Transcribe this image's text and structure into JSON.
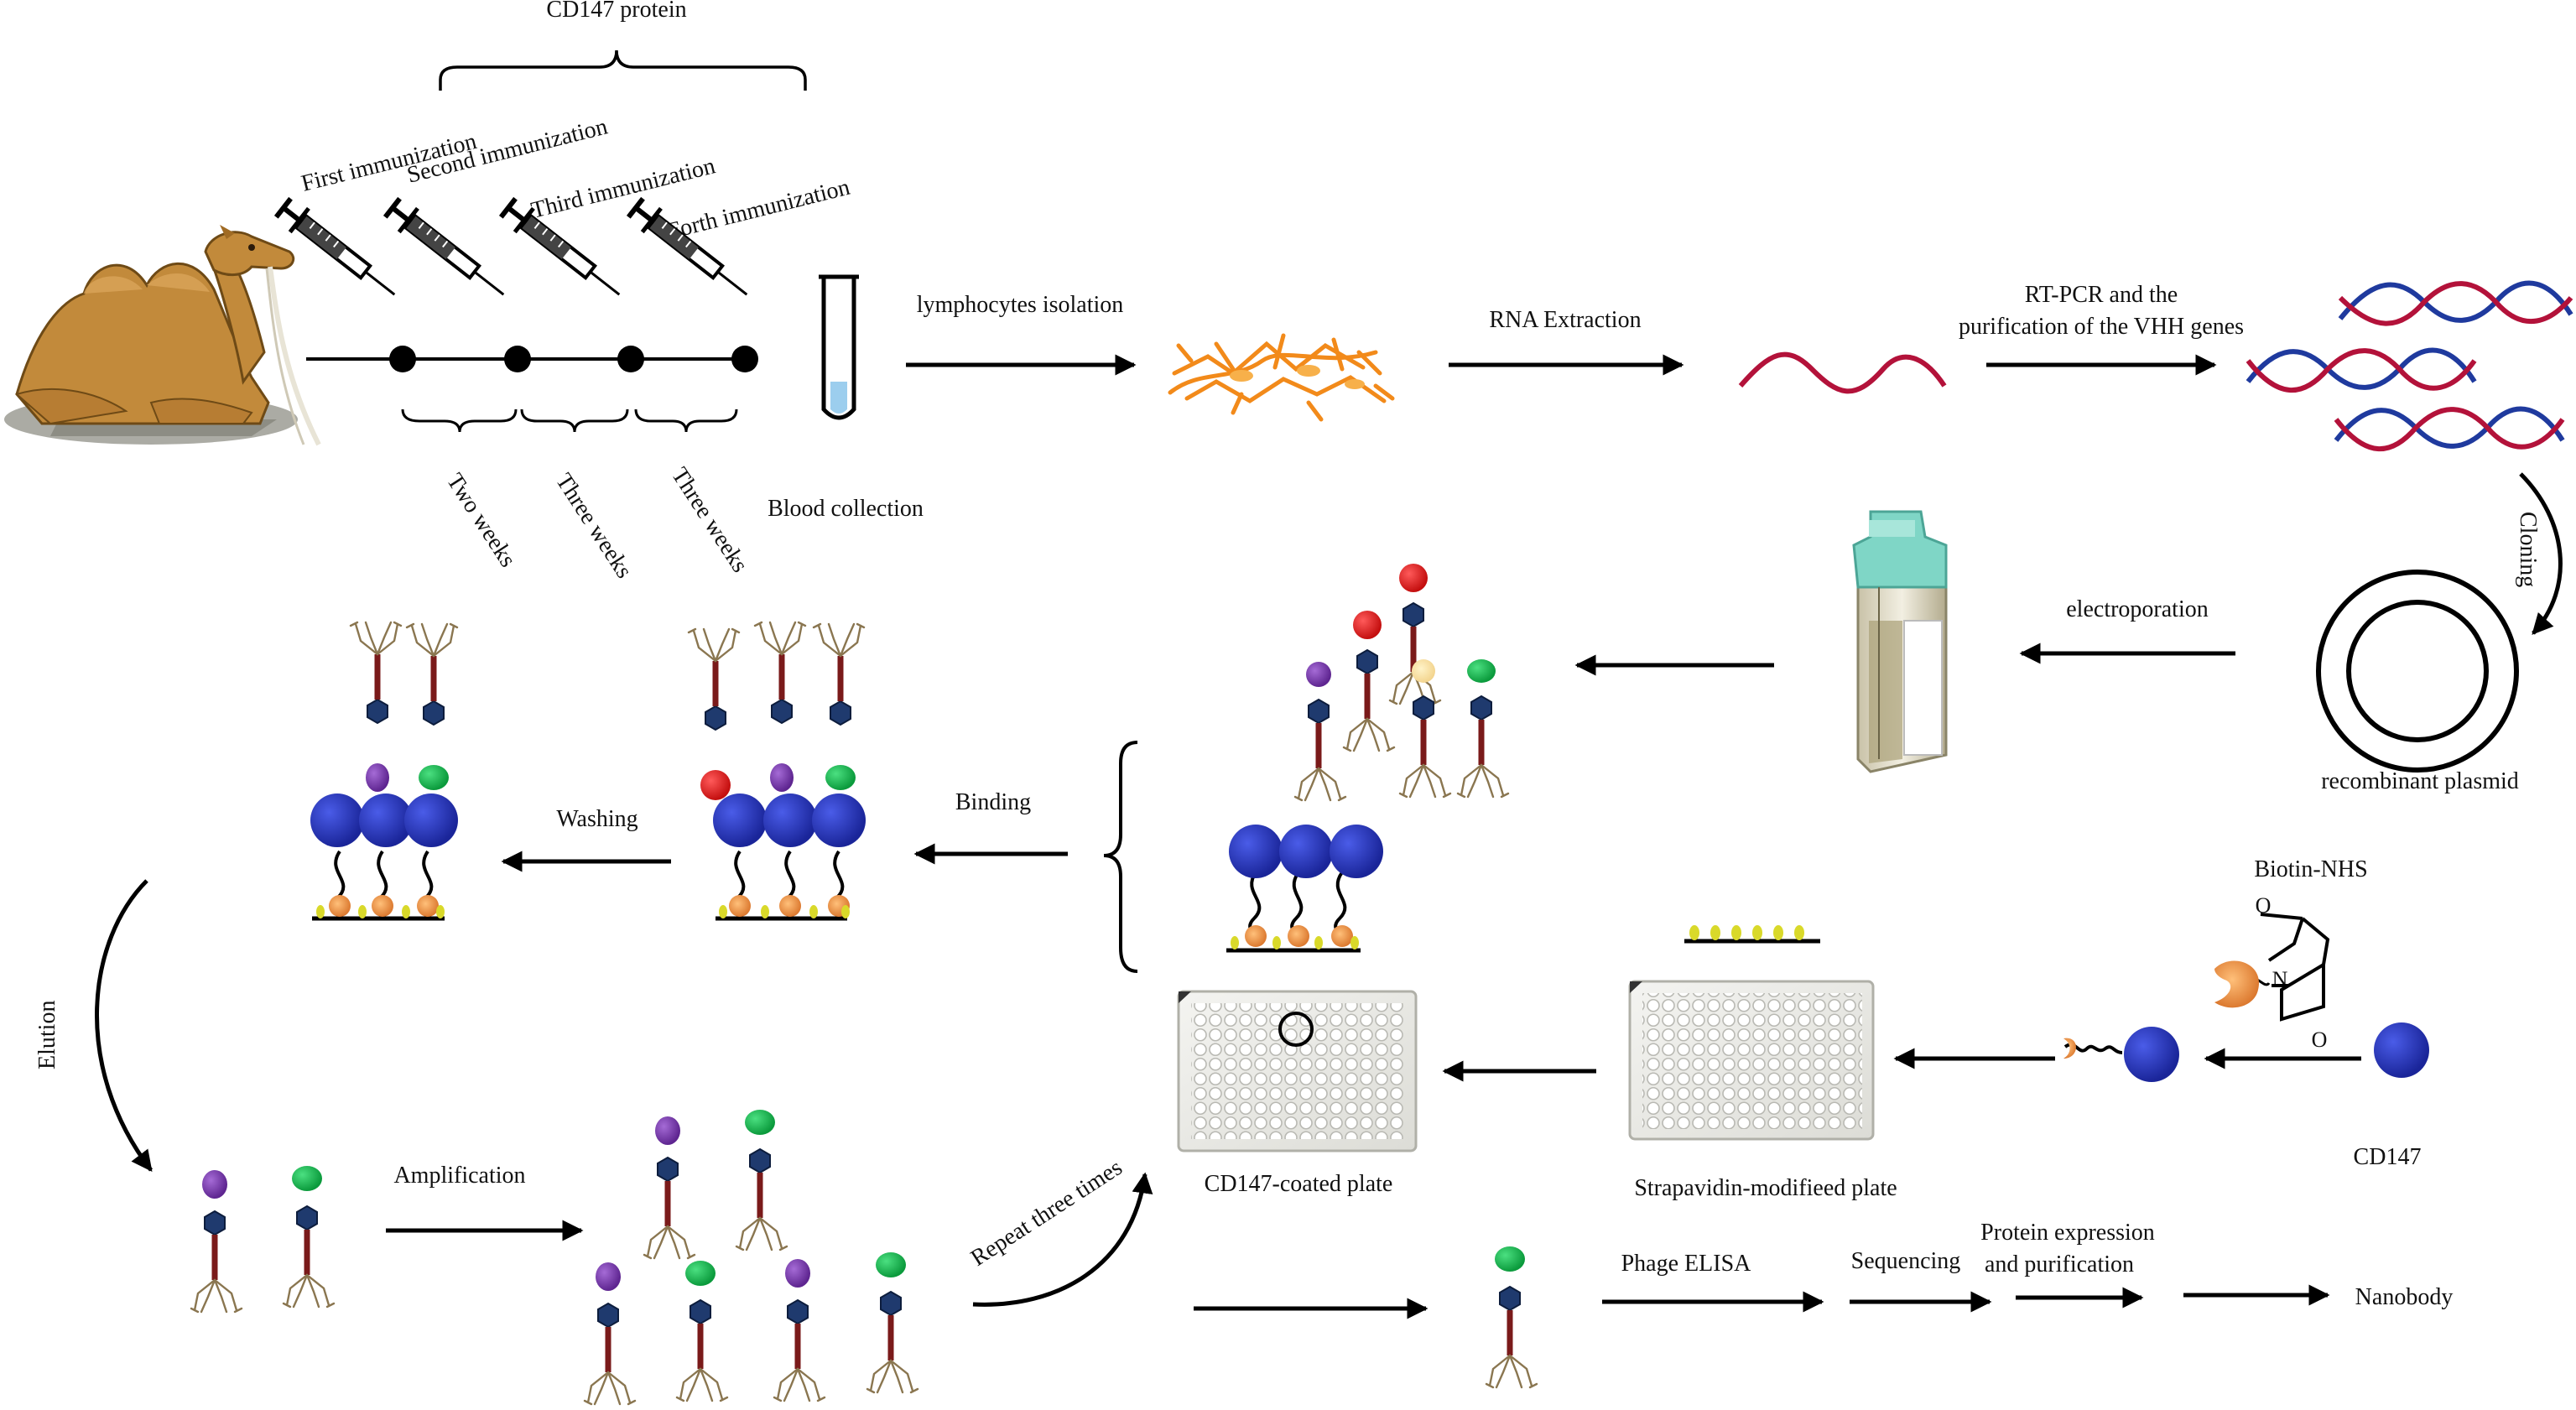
{
  "title": "CD147 protein",
  "immunizations": [
    "First immunization",
    "Second immunization",
    "Third immunization",
    "Forth immunization"
  ],
  "intervals": [
    "Two weeks",
    "Three weeks",
    "Three weeks"
  ],
  "blood_collection": "Blood collection",
  "steps": {
    "lymphocytes": "lymphocytes isolation",
    "rna": "RNA Extraction",
    "rtpcr_line1": "RT-PCR and the",
    "rtpcr_line2": "purification of the VHH genes",
    "cloning": "Cloning",
    "plasmid": "recombinant plasmid",
    "electroporation": "electroporation",
    "binding": "Binding",
    "washing": "Washing",
    "elution": "Elution",
    "amplification": "Amplification",
    "repeat": "Repeat three times",
    "coated_plate": "CD147-coated plate",
    "strep_plate": "Strapavidin-modifieed plate",
    "biotin_nhs": "Biotin-NHS",
    "cd147": "CD147",
    "atom_o1": "O",
    "atom_n": "N",
    "atom_o2": "O",
    "phage_elisa": "Phage ELISA",
    "sequencing": "Sequencing",
    "protein_line1": "Protein expression",
    "protein_line2": "and purification",
    "nanobody": "Nanobody"
  },
  "colors": {
    "bead": "#1f2fb5",
    "red_vhh": "#e11a1a",
    "purple_vhh": "#7b35b0",
    "green_vhh": "#12b84a",
    "phage_head": "#1f3a6e",
    "phage_tail": "#7a1a1a",
    "dna_red": "#b3123a",
    "dna_blue": "#1f3a9e",
    "cells": "#f2931f",
    "biotin": "#d9d92a",
    "streptavidin": "#e8923a",
    "cuvette_cap": "#7fd6c6"
  }
}
